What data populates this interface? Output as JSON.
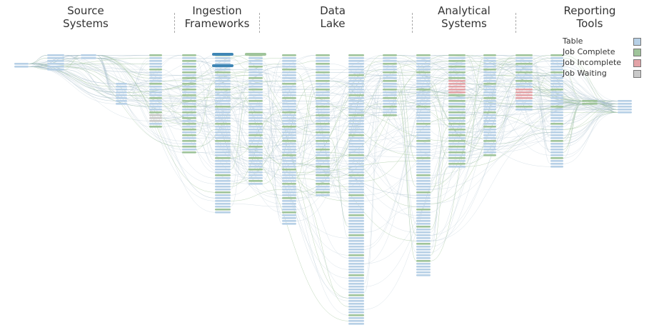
{
  "stages": [
    {
      "id": "source",
      "title": "Source\nSystems"
    },
    {
      "id": "ingestion",
      "title": "Ingestion\nFrameworks"
    },
    {
      "id": "lake",
      "title": "Data\nLake"
    },
    {
      "id": "analytical",
      "title": "Analytical\nSystems"
    },
    {
      "id": "reporting",
      "title": "Reporting\nTools"
    }
  ],
  "legend": [
    {
      "id": "table",
      "label": "Table",
      "color": "#b7d0e6"
    },
    {
      "id": "job-complete",
      "label": "Job Complete",
      "color": "#9fc49a"
    },
    {
      "id": "job-incomplete",
      "label": "Job Incomplete",
      "color": "#e3a3a7"
    },
    {
      "id": "job-waiting",
      "label": "Job Waiting",
      "color": "#c9c9c9"
    }
  ],
  "colors": {
    "table": "#b7d0e6",
    "job_complete": "#9fc49a",
    "job_incomplete": "#e3a3a7",
    "job_waiting": "#c9c9c9",
    "highlight": "#3f86b5",
    "edge": "#a9bfcb"
  }
}
